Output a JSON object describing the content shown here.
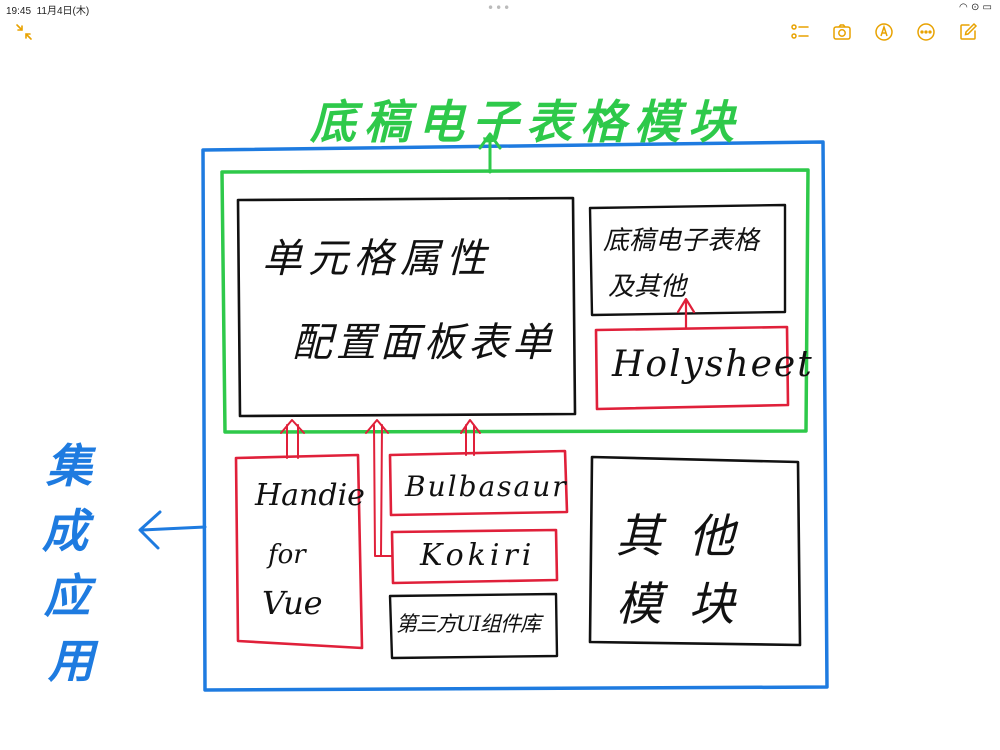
{
  "status_bar": {
    "time": "19:45",
    "date": "11月4日(木)",
    "battery_label": "••• ◔"
  },
  "toolbar": {
    "left_icon": "collapse-arrows-icon",
    "right_icons": [
      "checklist-icon",
      "camera-icon",
      "markup-pen-icon",
      "more-icon",
      "compose-icon"
    ],
    "accent": "#e8a200"
  },
  "colors": {
    "green": "#2ec94a",
    "blue": "#1e7be0",
    "red": "#e0203a",
    "black": "#111111"
  },
  "diagram": {
    "title": "底稿电子表格模块",
    "side_label": [
      "集",
      "成",
      "应",
      "用"
    ],
    "cell_panel": [
      "单元格属性",
      "配置面板表单"
    ],
    "sheet_other": [
      "底稿电子表格",
      "及其他"
    ],
    "holysheet": "Holysheet",
    "handie": [
      "Handie",
      "for",
      "Vue"
    ],
    "bulbasaur": "Bulbasaur",
    "kokiri": "Kokiri",
    "third_party": "第三方UI组件库",
    "other_module": [
      "其 他",
      "模 块"
    ]
  }
}
